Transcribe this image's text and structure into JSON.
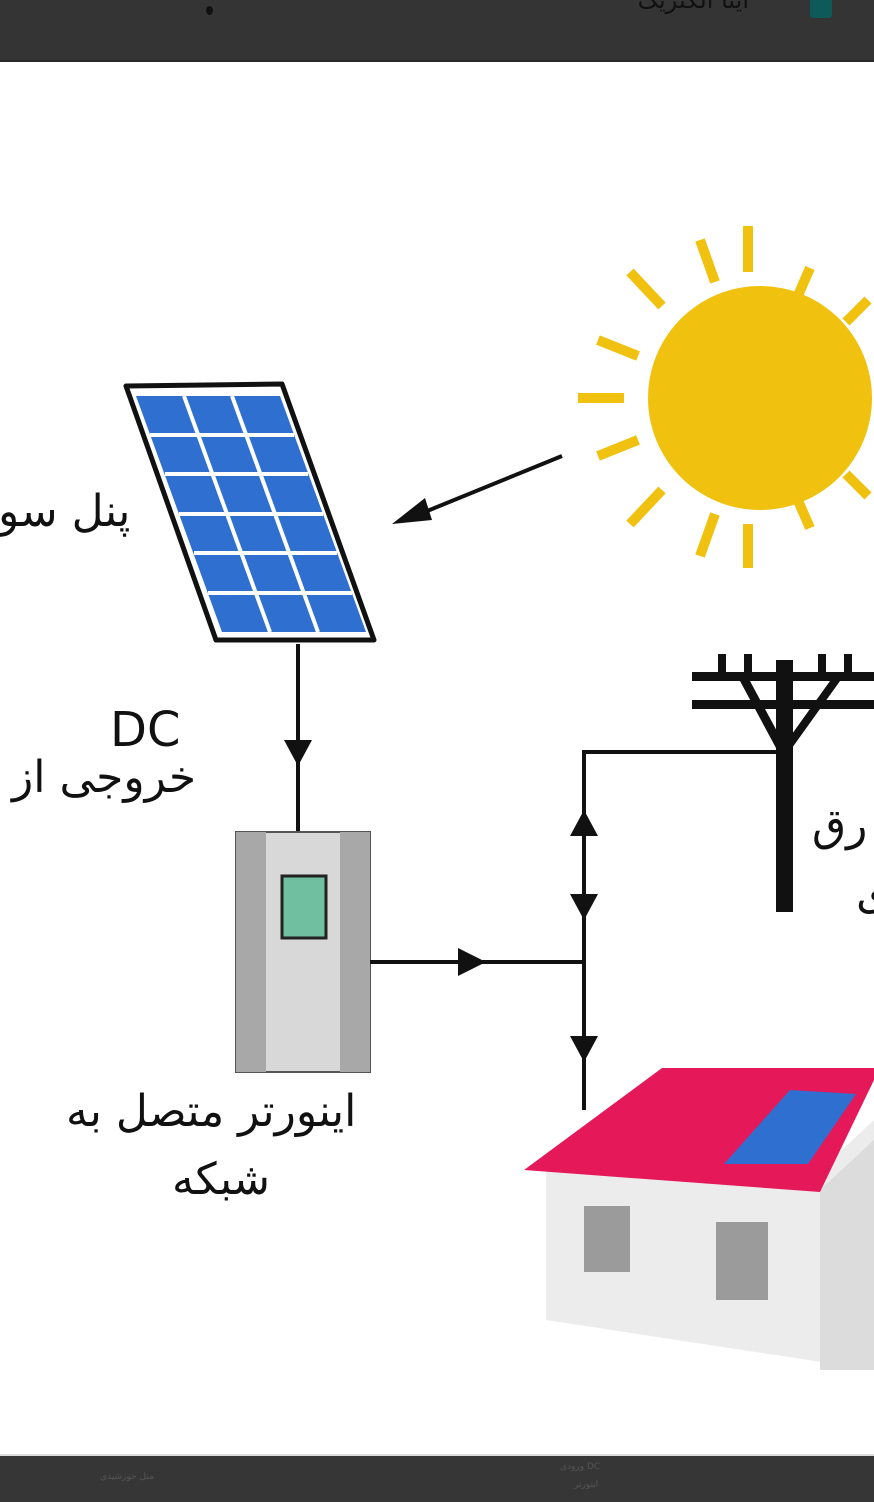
{
  "topbar": {
    "title": "آیتا الکتریک",
    "menu_icon": "more-vertical-icon",
    "logo_icon": "app-logo-icon"
  },
  "diagram": {
    "solar_panel_label": "پنل سو",
    "dc_label": "DC",
    "dc_output_label": "خروجی از",
    "inverter_label_line1": "اینورتر متصل به",
    "inverter_label_line2": "شبکه",
    "grid_label_line1": "رق",
    "grid_label_line2": "ی",
    "colors": {
      "sun": "#f0c20f",
      "panel": "#2f6fd0",
      "roof": "#e5195a",
      "inverter_screen": "#6fbfa0"
    }
  },
  "thumbnails": {
    "thumb1": "منل خورشیدی",
    "thumb2": "DC ورودی",
    "thumb3": "اینورتر"
  }
}
